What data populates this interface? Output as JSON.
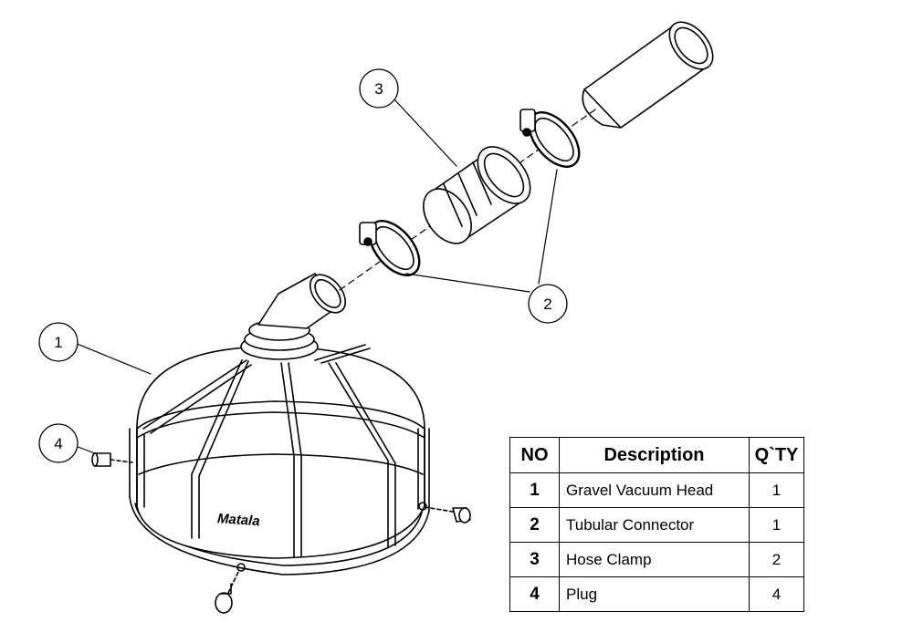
{
  "brand_label": "Matala",
  "callouts": {
    "c1": "1",
    "c2": "2",
    "c3": "3",
    "c4": "4"
  },
  "table": {
    "headers": {
      "no": "NO",
      "description": "Description",
      "qty": "Q`TY"
    },
    "rows": [
      {
        "no": "1",
        "description": "Gravel Vacuum Head",
        "qty": "1"
      },
      {
        "no": "2",
        "description": "Tubular Connector",
        "qty": "1"
      },
      {
        "no": "3",
        "description": "Hose Clamp",
        "qty": "2"
      },
      {
        "no": "4",
        "description": "Plug",
        "qty": "4"
      }
    ]
  }
}
